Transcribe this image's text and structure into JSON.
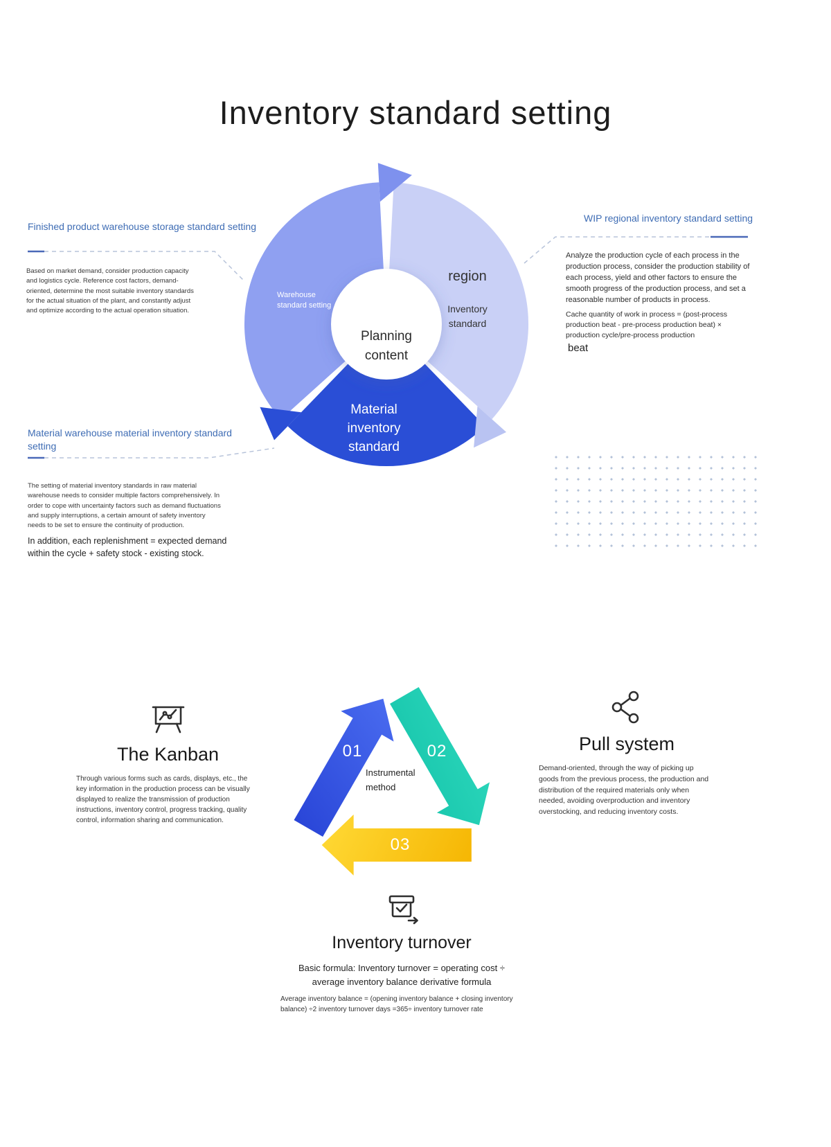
{
  "page": {
    "title": "Inventory standard setting"
  },
  "colors": {
    "accent_heading_blue": "#3e6cb4",
    "segment_warehouse": "#8fa0f1",
    "segment_region": "#c9d0f6",
    "segment_material": "#2a4ed6",
    "cycle_blue": "#2f55e0",
    "cycle_teal": "#1fd1b8",
    "cycle_yellow": "#ffd21c"
  },
  "wheel": {
    "center": {
      "label": "Planning content"
    },
    "segments": [
      {
        "id": "warehouse",
        "label": "Warehouse standard setting",
        "color": "#8fa0f1"
      },
      {
        "id": "region",
        "title": "region",
        "label": "Inventory standard",
        "color": "#c9d0f6"
      },
      {
        "id": "material",
        "label": "Material inventory standard",
        "color": "#2a4ed6"
      }
    ]
  },
  "callouts": {
    "finished": {
      "heading": "Finished product warehouse storage standard setting",
      "body": "Based on market demand, consider production capacity and logistics cycle. Reference cost factors, demand-oriented, determine the most suitable inventory standards for the actual situation of the plant, and constantly adjust and optimize according to the actual operation situation."
    },
    "material": {
      "heading": "Material warehouse material inventory standard setting",
      "body": "The setting of material inventory standards in raw material warehouse needs to consider multiple factors comprehensively. In order to cope with uncertainty factors such as demand fluctuations and supply interruptions, a certain amount of safety inventory needs to be set to ensure the continuity of production.",
      "note": "In addition, each replenishment = expected demand within the cycle + safety stock - existing stock."
    },
    "wip": {
      "heading": "WIP regional inventory standard setting",
      "body": "Analyze the production cycle of each process in the production process, consider the production stability of each process, yield and other factors to ensure the smooth progress of the production process, and set a reasonable number of products in process.",
      "formula": "Cache quantity of work in process = (post-process production beat - pre-process production beat) × production cycle/pre-process production",
      "formula_tail": "beat"
    }
  },
  "cycle": {
    "center_label": "Instrumental method",
    "steps": [
      {
        "number": "01",
        "color": "#2f55e0"
      },
      {
        "number": "02",
        "color": "#1fd1b8"
      },
      {
        "number": "03",
        "color": "#ffd21c"
      }
    ]
  },
  "sections": {
    "kanban": {
      "icon": "board-chart-icon",
      "heading": "The Kanban",
      "body": "Through various forms such as cards, displays, etc., the key information in the production process can be visually displayed to realize the transmission of production instructions, inventory control, progress tracking, quality control, information sharing and communication."
    },
    "pull": {
      "icon": "share-nodes-icon",
      "heading": "Pull system",
      "body": "Demand-oriented, through the way of picking up goods from the previous process, the production and distribution of the required materials only when needed, avoiding overproduction and inventory overstocking, and reducing inventory costs."
    },
    "turnover": {
      "icon": "box-check-icon",
      "heading": "Inventory turnover",
      "formula": "Basic formula: Inventory turnover = operating cost ÷ average inventory balance derivative formula",
      "detail": "Average inventory balance = (opening inventory balance + closing inventory balance) ÷2 inventory turnover days =365÷ inventory turnover rate"
    }
  }
}
